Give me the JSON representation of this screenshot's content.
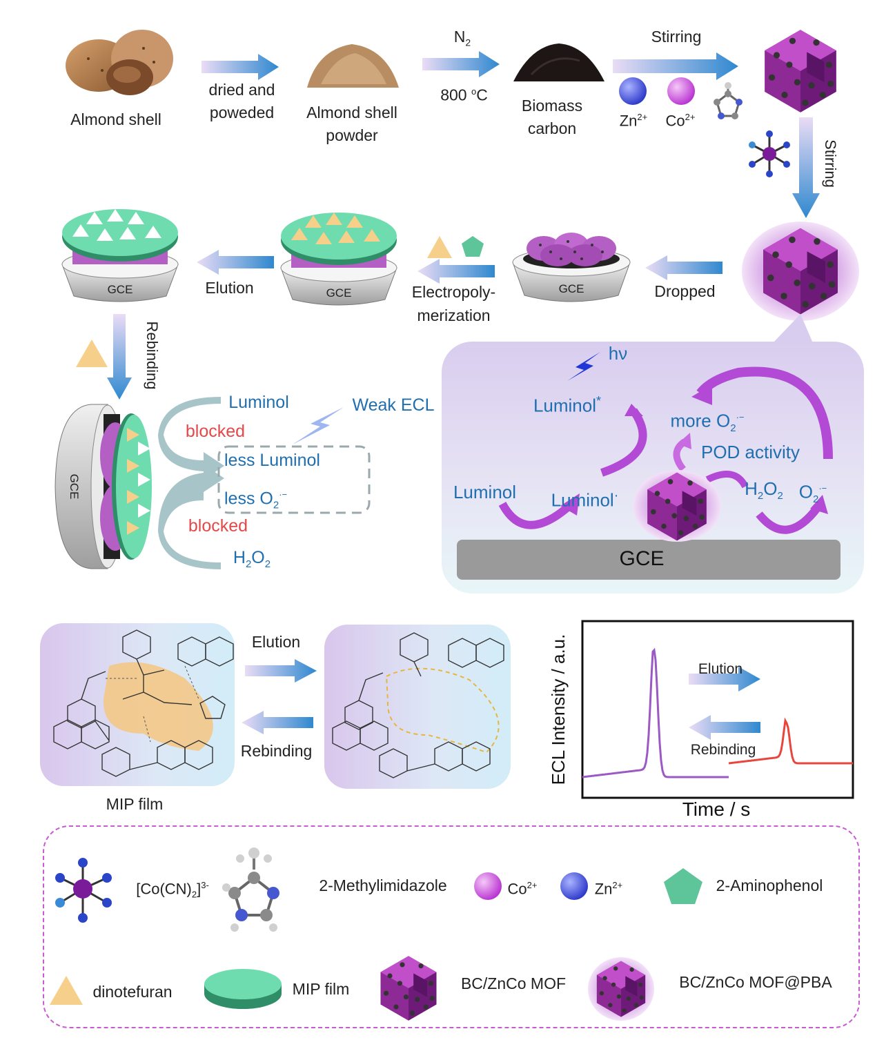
{
  "process": {
    "almond_shell": "Almond shell",
    "dried_powdered_1": "dried and",
    "dried_powdered_2": "poweded",
    "shell_powder_1": "Almond shell",
    "shell_powder_2": "powder",
    "n2_label": "N",
    "n2_sub": "2",
    "temp_label": "800 ",
    "temp_sup": "o",
    "temp_unit": "C",
    "biomass_1": "Biomass",
    "biomass_2": "carbon",
    "stirring_1": "Stirring",
    "zn": "Zn",
    "zn_sup": "2+",
    "co": "Co",
    "co_sup": "2+",
    "stirring_2": "Stirring",
    "dropped": "Dropped",
    "electropoly_1": "Electropoly-",
    "electropoly_2": "merization",
    "elution": "Elution",
    "rebinding": "Rebinding",
    "gce": "GCE"
  },
  "sensing": {
    "luminol": "Luminol",
    "blocked_1": "blocked",
    "weak_ecl": "Weak ECL",
    "less_luminol": "less Luminol",
    "less_o2": "less  O",
    "o2_sub": "2",
    "o2_sup": "·−",
    "blocked_2": "blocked",
    "h2o2": "H",
    "h2o2_sub": "2",
    "h2o2_tail": "O",
    "h2o2_sub2": "2"
  },
  "mechanism": {
    "hv": "hν",
    "luminol_star": "Luminol",
    "star": "*",
    "more_o2": "more O",
    "more_o2_sub": "2",
    "more_o2_sup": "·−",
    "pod_activity": "POD activity",
    "luminol": "Luminol",
    "luminol_rad": "Luminol",
    "rad_dot": "·",
    "h2o2": "H",
    "h2o2_sub": "2",
    "h2o2_o": "O",
    "h2o2_sub2": "2",
    "o2": "O",
    "o2_sub": "2",
    "o2_sup": "·−",
    "gce": "GCE"
  },
  "mip": {
    "elution": "Elution",
    "rebinding": "Rebinding",
    "mip_film": "MIP film"
  },
  "chart_data": {
    "type": "line",
    "ylabel": "ECL Intensity / a.u.",
    "xlabel": "Time / s",
    "annotations": [
      "Elution",
      "Rebinding"
    ],
    "series": [
      {
        "color": "#9b59c4",
        "peak": "high"
      },
      {
        "color": "#e8453c",
        "peak": "low"
      }
    ]
  },
  "legend": {
    "co_cn": "[Co(CN)",
    "co_cn_sub": "2",
    "co_cn_tail": "]",
    "co_cn_sup": "3-",
    "methylimidazole": "2-Methylimidazole",
    "co": "Co",
    "co_sup": "2+",
    "zn": "Zn",
    "zn_sup": "2+",
    "aminophenol": "2-Aminophenol",
    "dinotefuran": "dinotefuran",
    "mip_film": "MIP film",
    "bc_znco_mof": "BC/ZnCo MOF",
    "bc_znco_mof_pba": "BC/ZnCo MOF@PBA"
  },
  "colors": {
    "arrow_start": "#e7d6f3",
    "arrow_end": "#2f88cf",
    "mof_purple": "#8e2a95",
    "mip_green": "#6fdcb0",
    "template_yellow": "#f6cf8a",
    "label_blue": "#1f6fb0",
    "blocked_red": "#e54848"
  }
}
